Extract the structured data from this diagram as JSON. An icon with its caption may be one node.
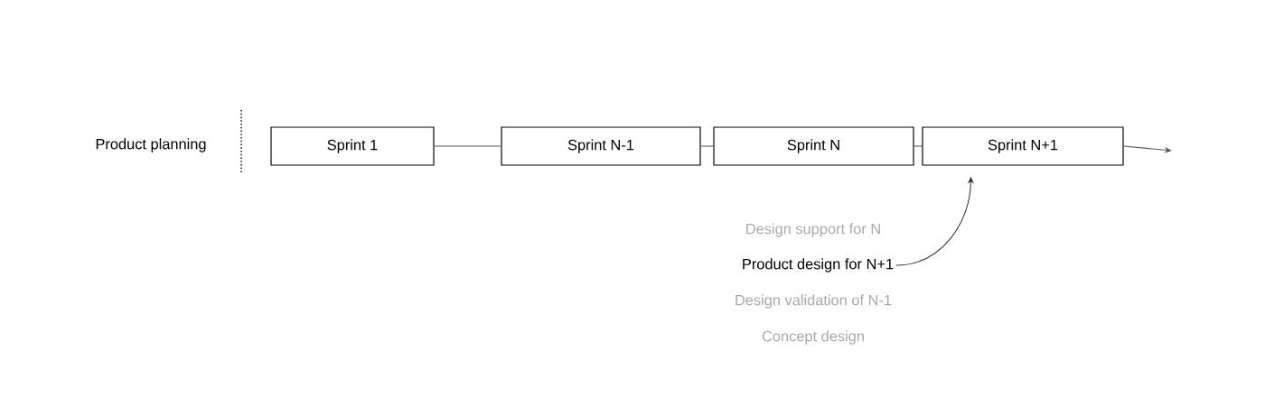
{
  "diagram": {
    "nodes": [
      {
        "text": [
          "Sprint 1"
        ]
      },
      {
        "text": [
          "Sprint N-1"
        ]
      },
      {
        "text": [
          "Sprint N"
        ]
      },
      {
        "text": [
          "Sprint N+1"
        ]
      },
      {
        "text": [
          "Product design for N+1"
        ]
      }
    ],
    "edges": [
      {
        "from": 0,
        "to": 1,
        "arrow": "none"
      },
      {
        "from": 1,
        "to": 2,
        "arrow": "none"
      },
      {
        "from": 2,
        "to": 3,
        "arrow": "none"
      },
      {
        "from": 3,
        "to": null,
        "arrow": "to"
      },
      {
        "from": 4,
        "to": 3,
        "arrow": "to"
      }
    ],
    "labels": [
      "Product planning",
      "Design support for N",
      "Design validation of N-1",
      "Concept design"
    ]
  }
}
